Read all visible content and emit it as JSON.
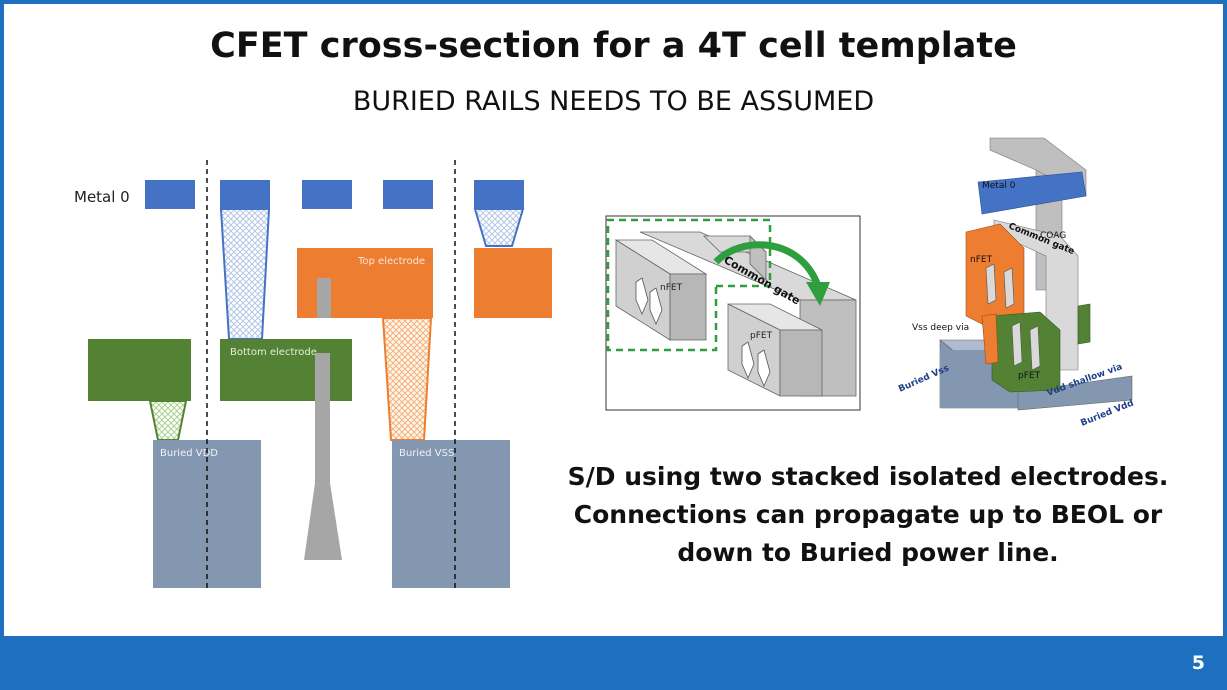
{
  "slide": {
    "title": "CFET cross-section for a 4T cell template",
    "subtitle": "BURIED RAILS NEEDS TO BE ASSUMED",
    "caption_lines": [
      "S/D using two stacked isolated electrodes.",
      "Connections can propagate up to BEOL or",
      "down to Buried power line."
    ],
    "page_number": "5"
  },
  "cross_section": {
    "metal0_label": "Metal 0",
    "top_electrode_label": "Top electrode",
    "bottom_electrode_label": "Bottom electrode",
    "buried_vdd_label": "Buried VDD",
    "buried_vss_label": "Buried VSS"
  },
  "gate_diagram": {
    "nfet_label": "nFET",
    "pfet_label": "pFET",
    "common_gate_label": "Common gate"
  },
  "stack_3d": {
    "metal0_label": "Metal 0",
    "coag_label": "COAG",
    "common_gate_label": "Common gate",
    "nfet_label": "nFET",
    "pfet_label": "pFET",
    "vss_deep_via_label": "Vss deep via",
    "buried_vss_label": "Buried Vss",
    "vdd_shallow_via_label": "Vdd shallow via",
    "buried_vdd_label": "Buried Vdd"
  },
  "colors": {
    "metal": "#4472c4",
    "top_electrode": "#ed7d31",
    "bottom_electrode": "#548235",
    "buried_rail": "#8497b0",
    "contact": "#a6a6a6",
    "accent": "#1f6fc0",
    "arrow": "#2e9e3f"
  }
}
